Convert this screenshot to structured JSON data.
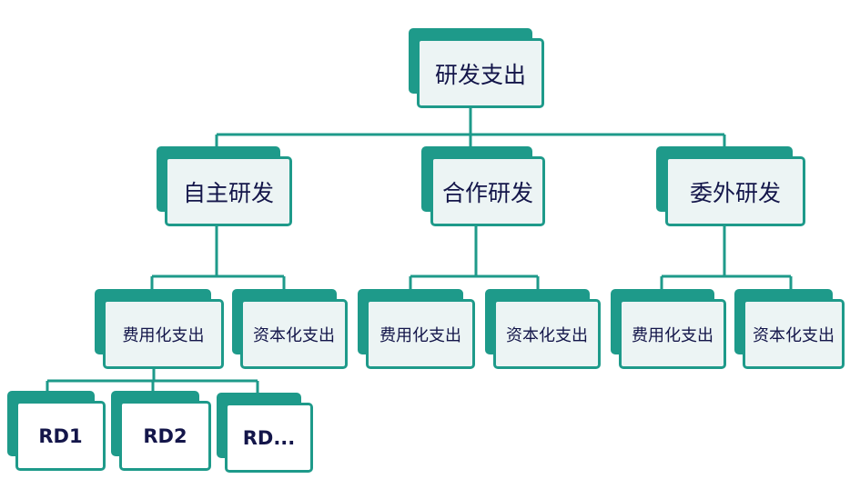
{
  "colors": {
    "accent": "#1e9a8a",
    "box_fill": "#ecf4f4",
    "leaf_fill": "#ffffff",
    "text": "#14164a"
  },
  "root": {
    "label": "研发支出"
  },
  "categories": [
    {
      "label": "自主研发",
      "children": [
        "费用化支出",
        "资本化支出"
      ]
    },
    {
      "label": "合作研发",
      "children": [
        "费用化支出",
        "资本化支出"
      ]
    },
    {
      "label": "委外研发",
      "children": [
        "费用化支出",
        "资本化支出"
      ]
    }
  ],
  "leaves": [
    "RD1",
    "RD2",
    "RD..."
  ]
}
